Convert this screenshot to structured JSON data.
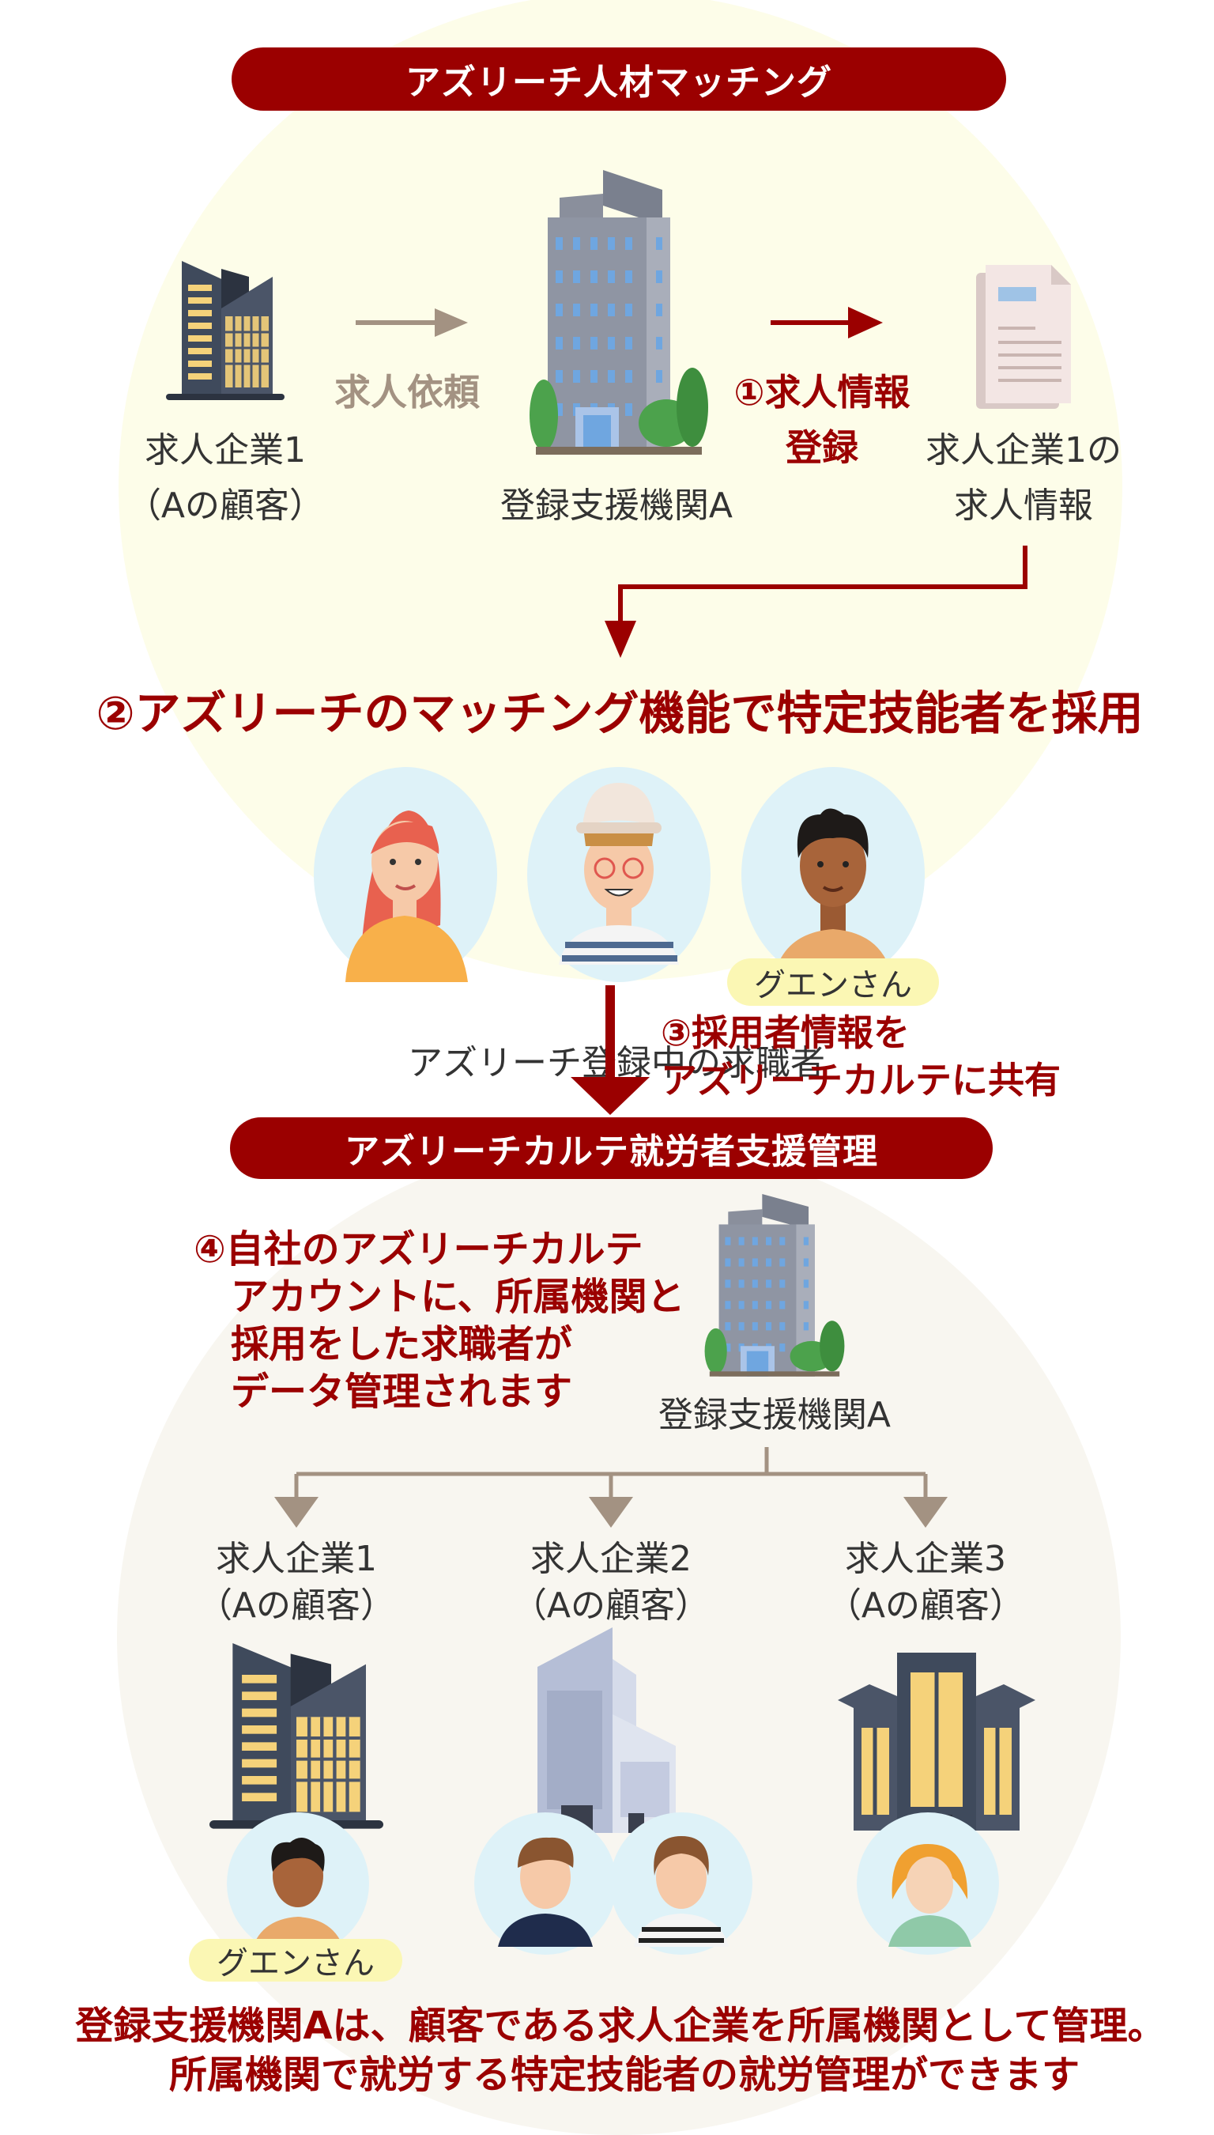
{
  "colors": {
    "accent_red": "#9b0000",
    "arrow_tan": "#a39282",
    "section1_bg": "#fdfde9",
    "section2_bg": "#f8f6f0",
    "badge": "#fbf7b4",
    "avatar_bg": "#def2f8"
  },
  "section1": {
    "banner": "アズリーチ人材マッチング",
    "company": {
      "line1": "求人企業1",
      "line2": "（Aの顧客）"
    },
    "request_label": "求人依頼",
    "agency": "登録支援機関A",
    "step1": {
      "line1": "①求人情報",
      "line2": "登録"
    },
    "job_info": {
      "line1": "求人企業1の",
      "line2": "求人情報"
    },
    "step2": "②アズリーチのマッチング機能で特定技能者を採用",
    "candidate_badge": "グエンさん",
    "candidates_caption": "アズリーチ登録中の求職者"
  },
  "step3": {
    "line1": "③採用者情報を",
    "line2": "アズリーチカルテに共有"
  },
  "section2": {
    "banner": "アズリーチカルテ就労者支援管理",
    "step4": [
      "④自社のアズリーチカルテ",
      "アカウントに、所属機関と",
      "採用をした求職者が",
      "データ管理されます"
    ],
    "agency": "登録支援機関A",
    "companies": [
      {
        "line1": "求人企業1",
        "line2": "（Aの顧客）"
      },
      {
        "line1": "求人企業2",
        "line2": "（Aの顧客）"
      },
      {
        "line1": "求人企業3",
        "line2": "（Aの顧客）"
      }
    ],
    "worker_badge": "グエンさん",
    "footer": [
      "登録支援機関Aは、顧客である求人企業を所属機関として管理。",
      "所属機関で就労する特定技能者の就労管理ができます"
    ]
  },
  "icons": [
    "office-building-icon",
    "agency-building-icon",
    "document-icon",
    "person-avatar-icon"
  ]
}
